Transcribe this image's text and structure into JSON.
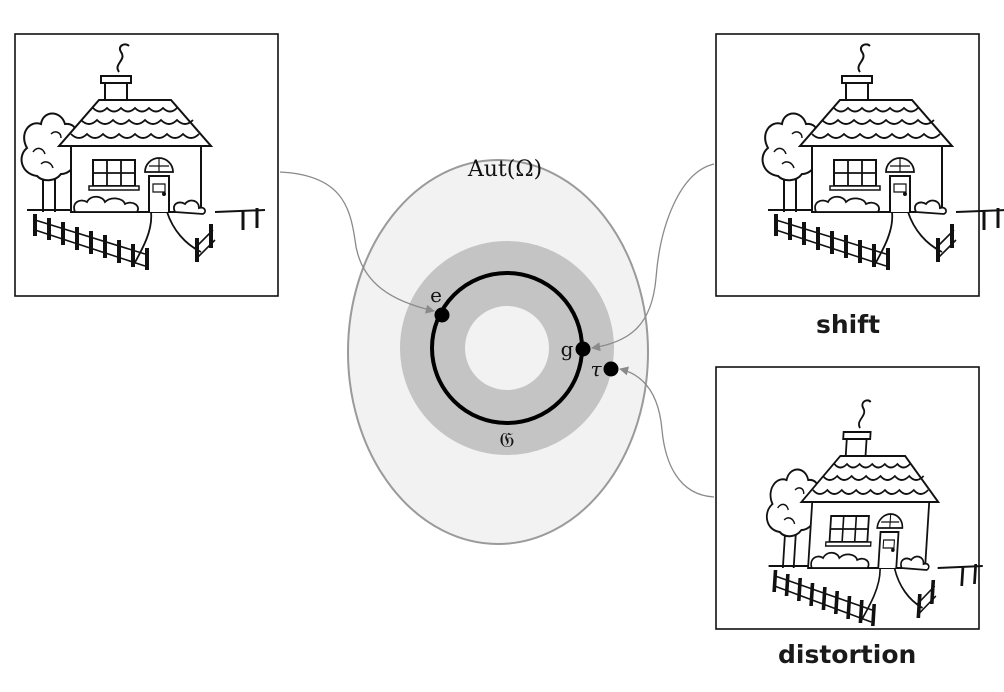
{
  "diagram": {
    "outer_set_label": "Aut(Ω)",
    "group_label": "𝔊",
    "identity_label": "e",
    "group_element_label": "g",
    "distortion_label": "τ",
    "panels": {
      "original": {
        "caption": ""
      },
      "shift": {
        "caption": "shift"
      },
      "distortion": {
        "caption": "distortion"
      }
    },
    "colors": {
      "outer_fill": "#f2f2f2",
      "outer_stroke": "#9a9a9a",
      "band_fill": "#c4c4c4",
      "orbit_stroke": "#000000",
      "arrow_stroke": "#8a8a8a"
    }
  }
}
